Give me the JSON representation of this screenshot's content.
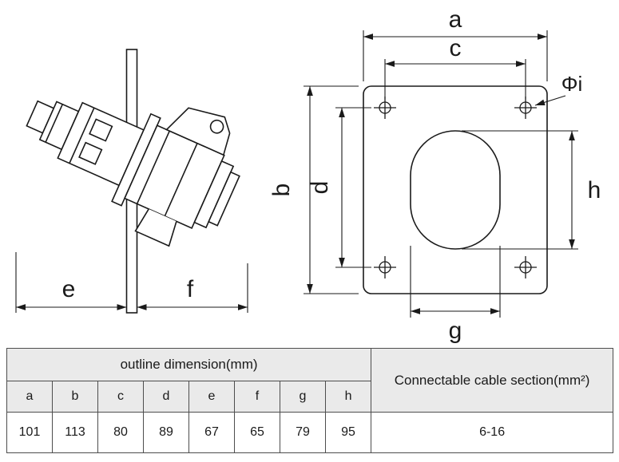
{
  "side_view": {
    "dim_e": "e",
    "dim_f": "f"
  },
  "front_view": {
    "dim_a": "a",
    "dim_b": "b",
    "dim_c": "c",
    "dim_d": "d",
    "dim_g": "g",
    "dim_h": "h",
    "dim_phi": "Φi"
  },
  "table": {
    "outline_header": "outline dimension(mm)",
    "cable_header": "Connectable cable section(mm²)",
    "columns": [
      "a",
      "b",
      "c",
      "d",
      "e",
      "f",
      "g",
      "h"
    ],
    "values": [
      "101",
      "113",
      "80",
      "89",
      "67",
      "65",
      "79",
      "95"
    ],
    "cable_value": "6-16"
  },
  "colors": {
    "line": "#1a1a1a",
    "table_header_bg": "#eaeaea",
    "table_border": "#4d4d4d"
  }
}
